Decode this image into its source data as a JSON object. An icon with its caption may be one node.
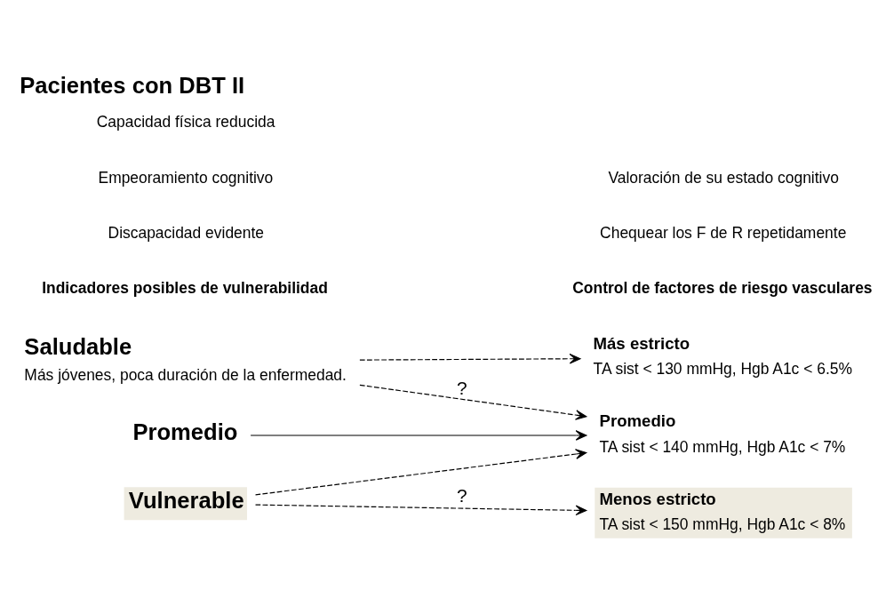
{
  "diagram": {
    "title": "Pacientes con DBT II",
    "nodes": [
      {
        "text": [
          "Saludable",
          "Más jóvenes, poca duración de la enfermedad."
        ]
      },
      {
        "text": [
          "Promedio"
        ]
      },
      {
        "text": [
          "Vulnerable"
        ]
      },
      {
        "text": [
          "Más estricto",
          "TA sist < 130 mmHg, Hgb A1c < 6.5%"
        ]
      },
      {
        "text": [
          "Promedio",
          "TA sist < 140 mmHg, Hgb A1c < 7%"
        ]
      },
      {
        "text": [
          "Menos estricto",
          "TA sist < 150 mmHg, Hgb A1c < 8%"
        ]
      }
    ],
    "edges": [
      {
        "from": 0,
        "to": 3,
        "arrow": "to",
        "style": "dashed"
      },
      {
        "from": 0,
        "to": 4,
        "arrow": "to",
        "style": "dashed",
        "label": "?"
      },
      {
        "from": 1,
        "to": 4,
        "arrow": "to"
      },
      {
        "from": 2,
        "to": 4,
        "arrow": "to",
        "style": "dashed"
      },
      {
        "from": 2,
        "to": 5,
        "arrow": "to",
        "style": "dashed",
        "label": "?"
      }
    ],
    "labels": [
      "Control de factores de riesgo vasculares",
      "Chequear los F de R repetidamente",
      "Valoración de su estado cognitivo",
      "Indicadores posibles de vulnerabilidad",
      "Discapacidad evidente",
      "Empeoramiento cognitivo",
      "Capacidad física reducida"
    ]
  }
}
